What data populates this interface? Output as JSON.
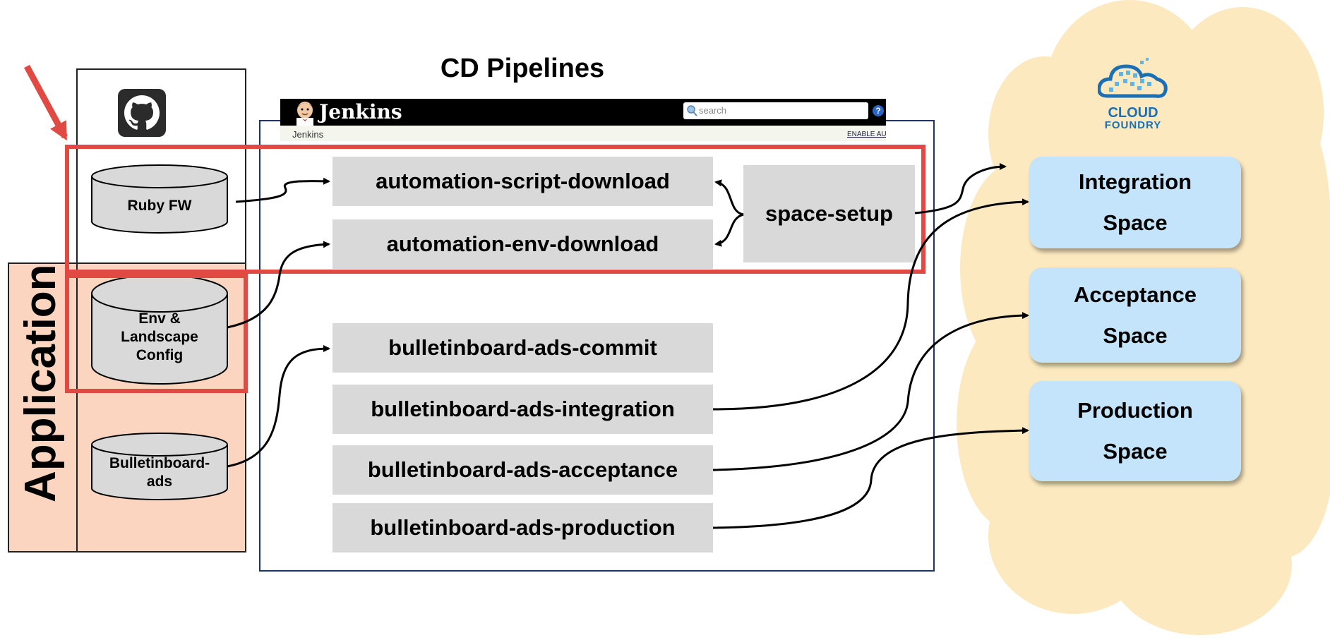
{
  "diagram": {
    "title": "CD Pipelines",
    "application_label": "Application",
    "repositories": [
      {
        "label": "Ruby FW"
      },
      {
        "label": "Env & Landscape Config"
      },
      {
        "label": "Bulletinboard-ads"
      }
    ],
    "jenkins": {
      "brand": "Jenkins",
      "search_placeholder": "search",
      "breadcrumb": "Jenkins",
      "enable_link": "ENABLE AUTO REFRESH",
      "help_glyph": "?"
    },
    "jobs": {
      "automation_script_download": "automation-script-download",
      "automation_env_download": "automation-env-download",
      "space_setup": "space-setup",
      "ads_commit": "bulletinboard-ads-commit",
      "ads_integration": "bulletinboard-ads-integration",
      "ads_acceptance": "bulletinboard-ads-acceptance",
      "ads_production": "bulletinboard-ads-production"
    },
    "cloud_foundry": {
      "logo_line1": "CLOUD",
      "logo_line2": "FOUNDRY"
    },
    "spaces": [
      {
        "line1": "Integration",
        "line2": "Space"
      },
      {
        "line1": "Acceptance",
        "line2": "Space"
      },
      {
        "line1": "Production",
        "line2": "Space"
      }
    ],
    "colors": {
      "highlight": "#e04a42",
      "application_panel": "#fbd5bf",
      "cloud": "#fce9bf",
      "space": "#c3e4fb",
      "job": "#d9d9d9",
      "jenkins_frame": "#1f3463"
    },
    "icons": [
      "github-icon",
      "jenkins-butler-icon",
      "search-icon",
      "help-icon",
      "cloud-foundry-logo",
      "red-arrow-icon"
    ]
  }
}
